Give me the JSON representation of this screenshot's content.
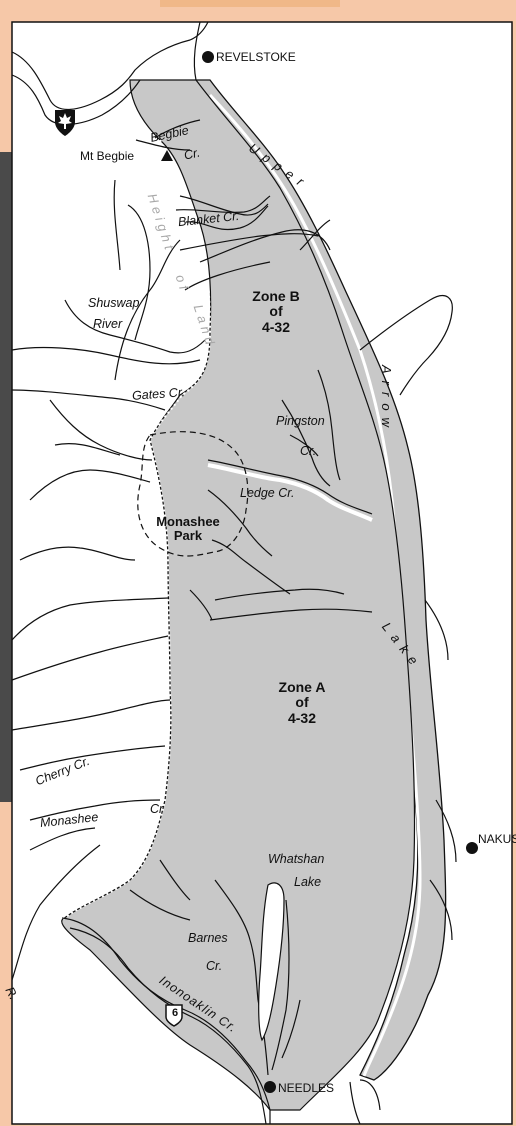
{
  "places": {
    "revelstoke": "REVELSTOKE",
    "nakusp": "NAKUSP",
    "needles": "NEEDLES",
    "mt_begbie": "Mt Begbie"
  },
  "zones": {
    "zone_b": {
      "line1": "Zone B",
      "line2": "of",
      "line3": "4-32"
    },
    "zone_a": {
      "line1": "Zone A",
      "line2": "of",
      "line3": "4-32"
    }
  },
  "park": {
    "line1": "Monashee",
    "line2": "Park"
  },
  "lake": {
    "upper": "Upper",
    "arrow": "Arrow",
    "lake": "Lake"
  },
  "divide": {
    "height": "Height",
    "of": "of",
    "land": "Land"
  },
  "water": {
    "begbie": "Begbie",
    "begbie_cr": "Cr.",
    "blanket": "Blanket Cr.",
    "shuswap": "Shuswap",
    "shuswap_river": "River",
    "gates": "Gates Cr.",
    "pingston": "Pingston",
    "pingston_cr": "Cr.",
    "ledge": "Ledge Cr.",
    "cherry": "Cherry Cr.",
    "monashee": "Monashee",
    "monashee_cr": "Cr",
    "whatshan": "Whatshan",
    "whatshan_lake": "Lake",
    "barnes": "Barnes",
    "barnes_cr": "Cr.",
    "inonoaklin": "Inonoaklin Cr.",
    "west_r": "R."
  },
  "highway": "6",
  "colors": {
    "frame": "#f6c8a8",
    "zone": "#c8c8c8",
    "lake": "#c8c8c8",
    "ink": "#111111",
    "sidebar": "#4a4a4a"
  },
  "icons": {
    "park_shield": "maple-leaf-shield-icon",
    "peak": "triangle-peak-icon",
    "town": "filled-dot-icon",
    "road": "highway-shield-icon"
  }
}
